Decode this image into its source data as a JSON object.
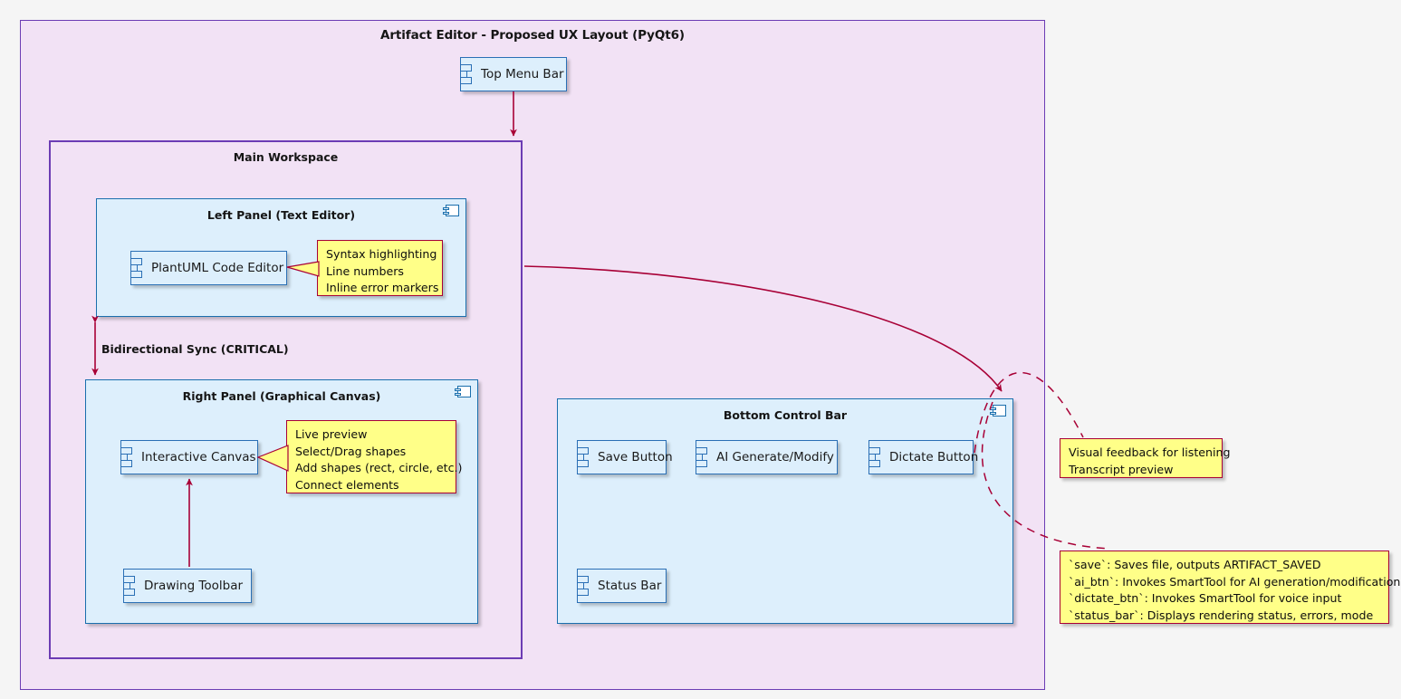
{
  "diagram": {
    "title": "Artifact Editor - Proposed UX Layout (PyQt6)",
    "colors": {
      "package_border": "#6c3cb4",
      "package_fill": "#f2e2f5",
      "component_border": "#2a6fb5",
      "component_fill": "#ddeffc",
      "note_fill": "#ffff88",
      "note_border": "#a80036",
      "arrow": "#a80036",
      "canvas_background": "#f5f5f5"
    }
  },
  "top_menu_bar": {
    "label": "Top Menu Bar"
  },
  "main_workspace": {
    "title": "Main Workspace"
  },
  "left_panel": {
    "title": "Left Panel (Text Editor)",
    "component": "PlantUML Code Editor",
    "note": [
      "Syntax highlighting",
      "Line numbers",
      "Inline error markers"
    ]
  },
  "right_panel": {
    "title": "Right Panel (Graphical Canvas)",
    "component": "Interactive Canvas",
    "toolbar": "Drawing Toolbar",
    "note": [
      "Live preview",
      "Select/Drag shapes",
      "Add shapes (rect, circle, etc.)",
      "Connect elements"
    ]
  },
  "bottom_control_bar": {
    "title": "Bottom Control Bar",
    "buttons": [
      "Save Button",
      "AI Generate/Modify",
      "Dictate Button"
    ],
    "status_bar": "Status Bar"
  },
  "dictate_note": [
    "Visual feedback for listening",
    "Transcript preview"
  ],
  "controls_note": [
    "`save`: Saves file, outputs ARTIFACT_SAVED",
    "`ai_btn`: Invokes SmartTool for AI generation/modification",
    "`dictate_btn`: Invokes SmartTool for voice input",
    "`status_bar`: Displays rendering status, errors, mode"
  ],
  "edges": {
    "bidirectional_sync": "Bidirectional Sync (CRITICAL)"
  }
}
